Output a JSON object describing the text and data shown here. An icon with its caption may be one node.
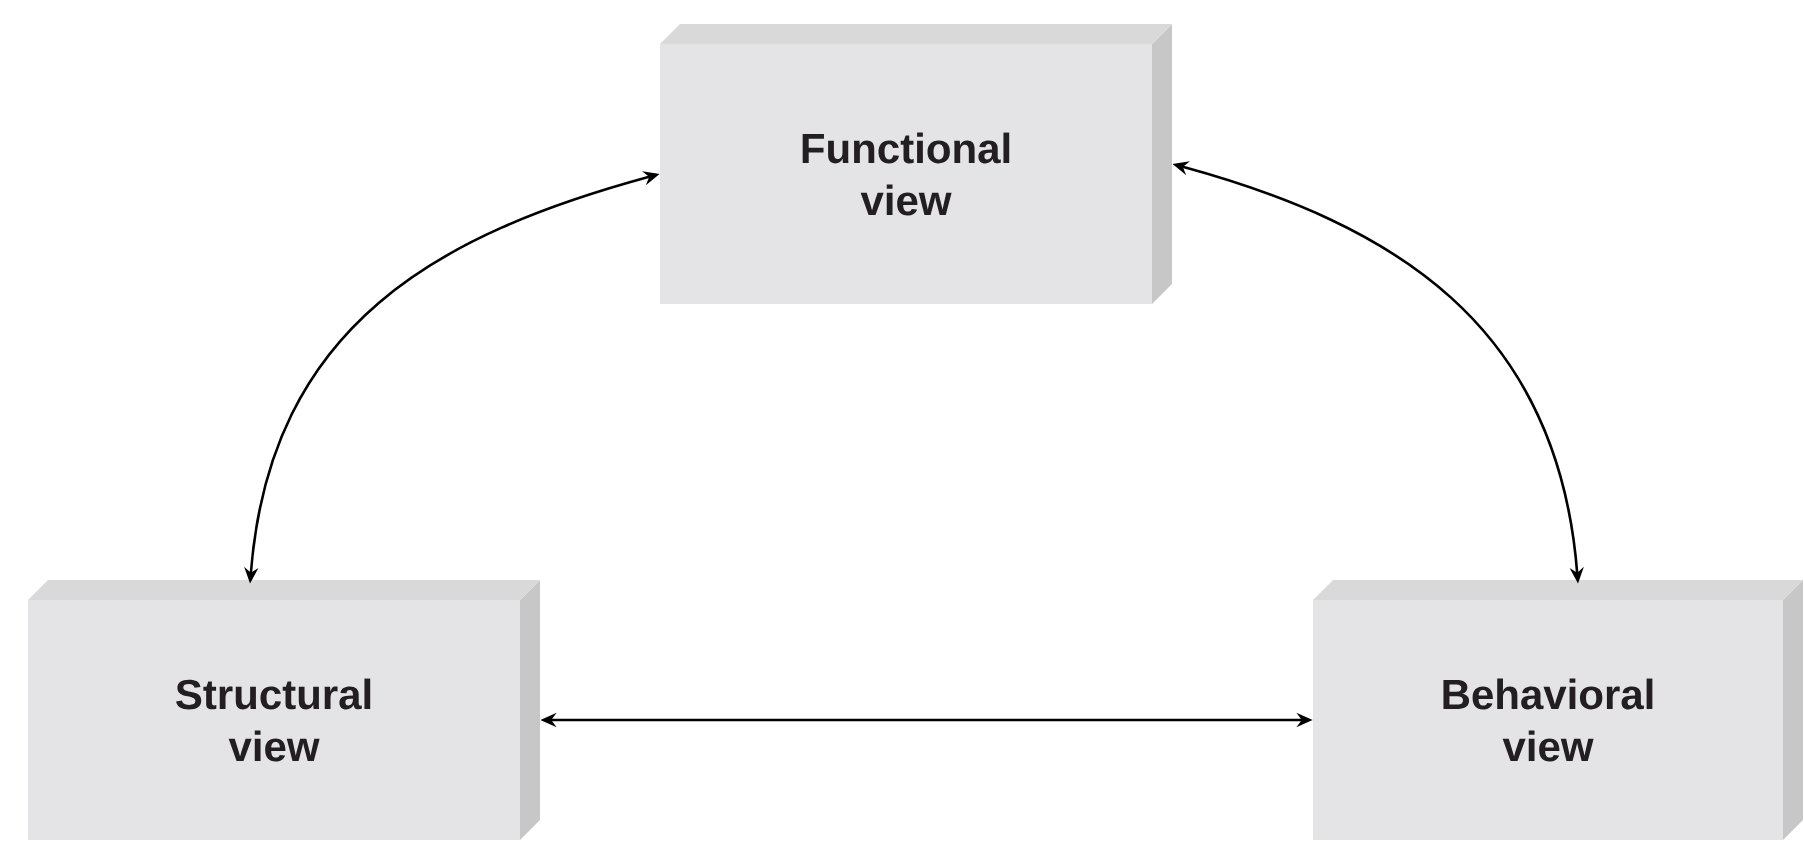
{
  "diagram": {
    "nodes": [
      {
        "text": [
          "Functional view"
        ]
      },
      {
        "text": [
          "Structural view"
        ]
      },
      {
        "text": [
          "Behavioral view"
        ]
      }
    ],
    "edges": [
      {
        "from": 0,
        "to": 1,
        "arrow": "both"
      },
      {
        "from": 0,
        "to": 2,
        "arrow": "both"
      },
      {
        "from": 1,
        "to": 2,
        "arrow": "both"
      }
    ]
  }
}
